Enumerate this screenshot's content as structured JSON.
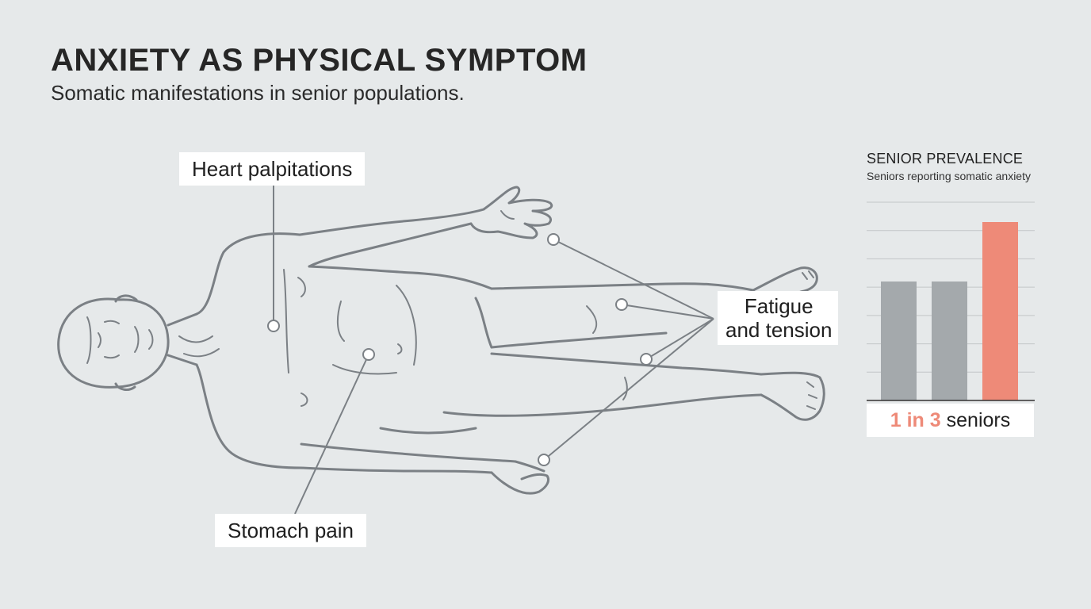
{
  "header": {
    "title": "ANXIETY AS PHYSICAL SYMPTOM",
    "subtitle": "Somatic manifestations in senior populations."
  },
  "callouts": {
    "heart": "Heart palpitations",
    "stomach": "Stomach pain",
    "fatigue_line1": "Fatigue",
    "fatigue_line2": "and tension"
  },
  "chart": {
    "title": "SENIOR PREVALENCE",
    "subtitle": "Seniors reporting somatic anxiety",
    "prevalence_highlight": "1 in 3",
    "prevalence_suffix": "seniors"
  },
  "chart_data": {
    "type": "bar",
    "title": "SENIOR PREVALENCE",
    "subtitle": "Seniors reporting somatic anxiety",
    "categories": [
      "",
      "",
      ""
    ],
    "values": [
      4.2,
      4.2,
      6.3
    ],
    "ylim": [
      0,
      7
    ],
    "grid": true,
    "bar_colors": [
      "#a4a9ac",
      "#a4a9ac",
      "#ee8a78"
    ],
    "annotation": "1 in 3 seniors"
  },
  "colors": {
    "background": "#e6e9ea",
    "outline": "#7b8085",
    "accent": "#ee8a78",
    "bar_neutral": "#a4a9ac"
  }
}
